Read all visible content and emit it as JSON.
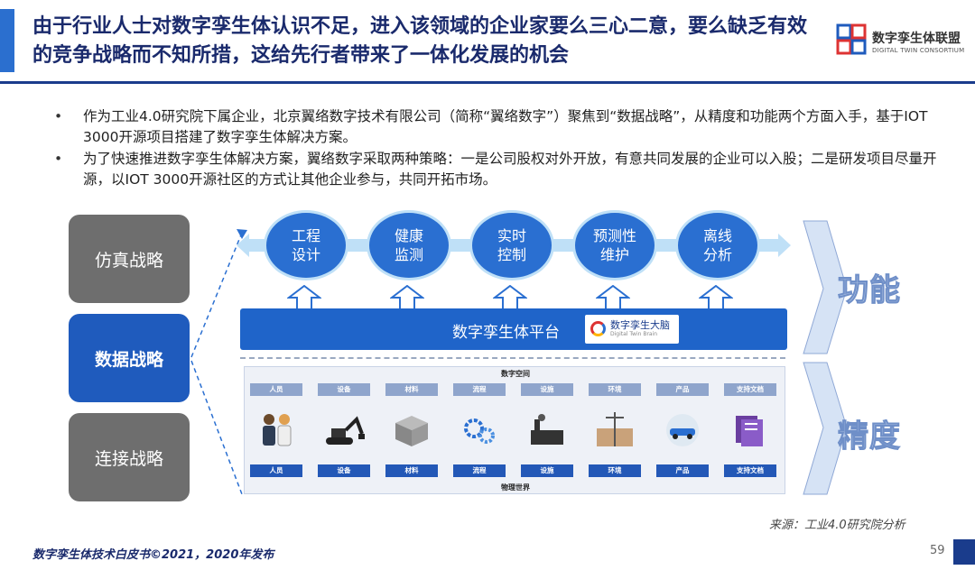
{
  "header": {
    "title": "由于行业人士对数字孪生体认识不足，进入该领域的企业家要么三心二意，要么缺乏有效的竞争战略而不知所措，这给先行者带来了一体化发展的机会",
    "logo_cn": "数字孪生体联盟",
    "logo_en": "DIGITAL TWIN CONSORTIUM"
  },
  "bullets": [
    "作为工业4.0研究院下属企业，北京翼络数字技术有限公司（简称“翼络数字”）聚焦到“数据战略”，从精度和功能两个方面入手，基于IOT 3000开源项目搭建了数字孪生体解决方案。",
    "为了快速推进数字孪生体解决方案，翼络数字采取两种策略：一是公司股权对外开放，有意共同发展的企业可以入股；二是研发项目尽量开源，以IOT 3000开源社区的方式让其他企业参与，共同开拓市场。"
  ],
  "strategies": [
    "仿真战略",
    "数据战略",
    "连接战略"
  ],
  "functions": [
    {
      "line1": "工程",
      "line2": "设计"
    },
    {
      "line1": "健康",
      "line2": "监测"
    },
    {
      "line1": "实时",
      "line2": "控制"
    },
    {
      "line1": "预测性",
      "line2": "维护"
    },
    {
      "line1": "离线",
      "line2": "分析"
    }
  ],
  "platform": {
    "label": "数字孪生体平台",
    "badge_cn": "数字孪生大脑",
    "badge_en": "Digital Twin Brain"
  },
  "space": {
    "top": "数字空间",
    "bottom": "物理世界",
    "items": [
      "人员",
      "设备",
      "材料",
      "流程",
      "设施",
      "环境",
      "产品",
      "支持文档"
    ]
  },
  "side_labels": {
    "function": "功能",
    "precision": "精度"
  },
  "footer": {
    "source": "来源：工业4.0研究院分析",
    "report": "数字孪生体技术白皮书©2021，2020年发布",
    "page": "59"
  },
  "colors": {
    "accent": "#1f5bbd",
    "navy": "#1a2a6c",
    "gray_box": "#6e6e6e"
  }
}
